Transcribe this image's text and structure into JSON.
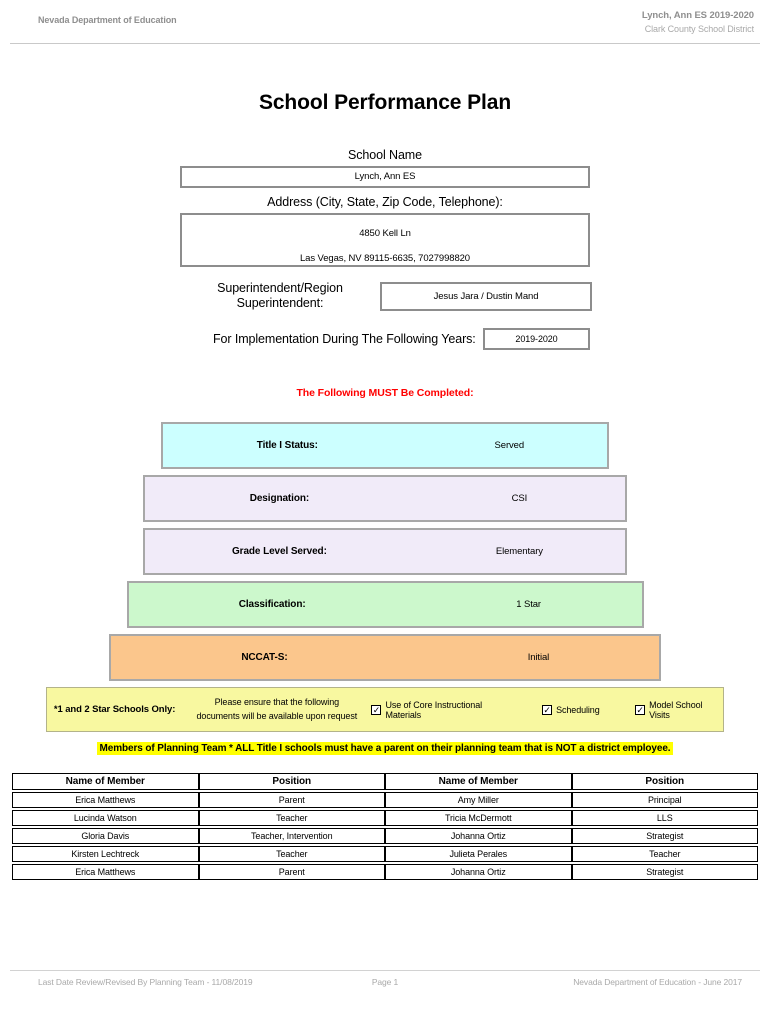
{
  "header": {
    "left": "Nevada Department of Education",
    "right_line1": "Lynch, Ann ES  2019-2020",
    "right_line2": "Clark County School District"
  },
  "title": "School Performance Plan",
  "school": {
    "label": "School Name",
    "value": "Lynch, Ann ES"
  },
  "address": {
    "label": "Address (City, State, Zip Code, Telephone):",
    "line1": "4850 Kell Ln",
    "line2": "Las Vegas, NV  89115-6635, 7027998820"
  },
  "superintendent": {
    "label_line1": "Superintendent/Region",
    "label_line2": "Superintendent:",
    "value": "Jesus Jara / Dustin Mand"
  },
  "implementation": {
    "label": "For Implementation During The Following Years:",
    "value": "2019-2020"
  },
  "must_complete_notice": "The Following MUST Be Completed:",
  "status_rows": [
    {
      "label": "Title I Status:",
      "value": "Served",
      "color": "#ccffff"
    },
    {
      "label": "Designation:",
      "value": "CSI",
      "color": "#f1ebf9"
    },
    {
      "label": "Grade Level Served:",
      "value": "Elementary",
      "color": "#f1ebf9"
    },
    {
      "label": "Classification:",
      "value": "1 Star",
      "color": "#ccf8cc"
    },
    {
      "label": "NCCAT-S:",
      "value": "Initial",
      "color": "#fbc68c"
    }
  ],
  "star_schools": {
    "bg_color": "#f8f8a0",
    "label": "*1 and 2 Star Schools Only:",
    "note_line1": "Please ensure that the following",
    "note_line2": "documents will be available upon request",
    "check_glyph": "✓",
    "checkboxes": [
      {
        "label": "Use of Core Instructional Materials",
        "checked": true
      },
      {
        "label": "Scheduling",
        "checked": true
      },
      {
        "label": "Model School Visits",
        "checked": true
      }
    ]
  },
  "planning_note": "Members of Planning Team * ALL Title I schools must have a parent on their planning team that is NOT a district employee.",
  "highlight_color": "#ffff00",
  "members_table": {
    "headers": [
      "Name of Member",
      "Position",
      "Name of Member",
      "Position"
    ],
    "rows": [
      [
        "Erica Matthews",
        "Parent",
        "Amy Miller",
        "Principal"
      ],
      [
        "Lucinda Watson",
        "Teacher",
        "Tricia McDermott",
        "LLS"
      ],
      [
        "Gloria Davis",
        "Teacher, Intervention",
        "Johanna Ortiz",
        "Strategist"
      ],
      [
        "Kirsten Lechtreck",
        "Teacher",
        "Julieta Perales",
        "Teacher"
      ],
      [
        "Erica Matthews",
        "Parent",
        "Johanna Ortiz",
        "Strategist"
      ]
    ]
  },
  "footer": {
    "left": "Last Date Review/Revised By Planning Team - 11/08/2019",
    "center": "Page 1",
    "right": "Nevada Department of Education - June 2017"
  }
}
